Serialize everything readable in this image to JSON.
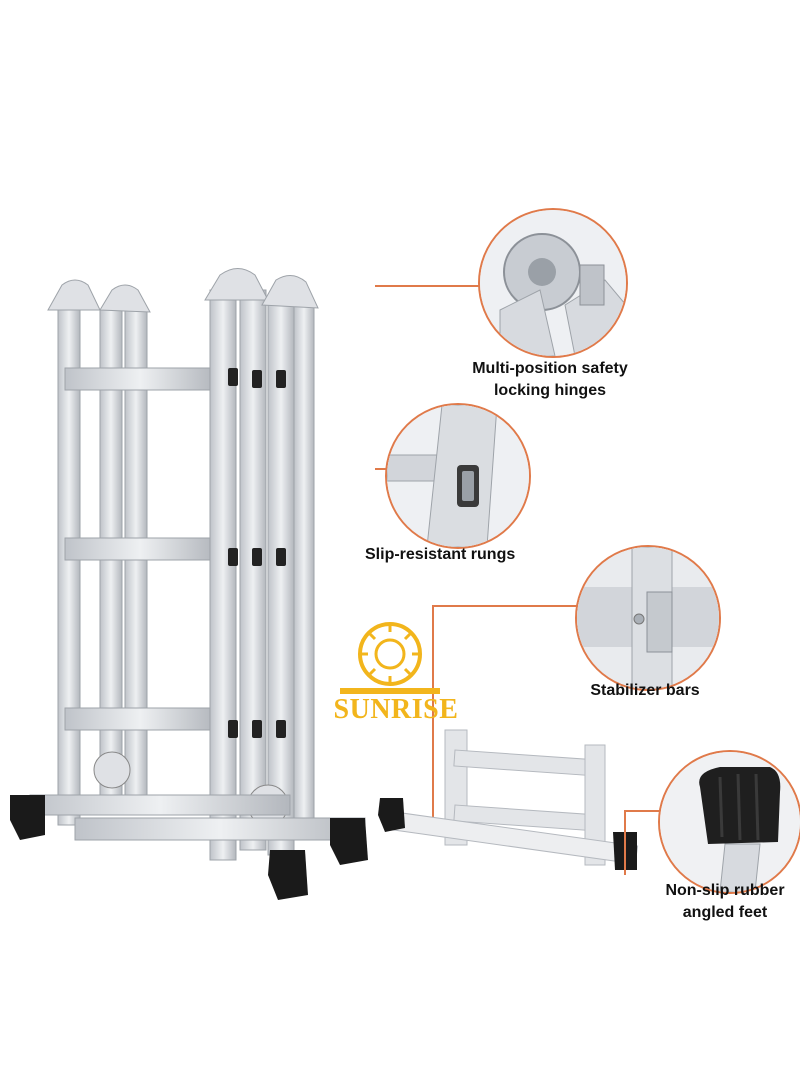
{
  "brand": {
    "name": "SUNRISE",
    "accent_color": "#f2b51c"
  },
  "features": [
    {
      "label_line1": "Multi-position safety",
      "label_line2": "locking hinges",
      "icon": "hinge-closeup"
    },
    {
      "label_line1": "Slip-resistant rungs",
      "icon": "rung-closeup"
    },
    {
      "label_line1": "Stabilizer bars",
      "icon": "stabilizer-closeup"
    },
    {
      "label_line1": "Non-slip rubber",
      "label_line2": "angled feet",
      "icon": "rubber-foot-closeup"
    }
  ],
  "colors": {
    "callout_line": "#e07a4a",
    "ladder_metal": "#d9dbe0",
    "feet": "#1a1a1a"
  }
}
